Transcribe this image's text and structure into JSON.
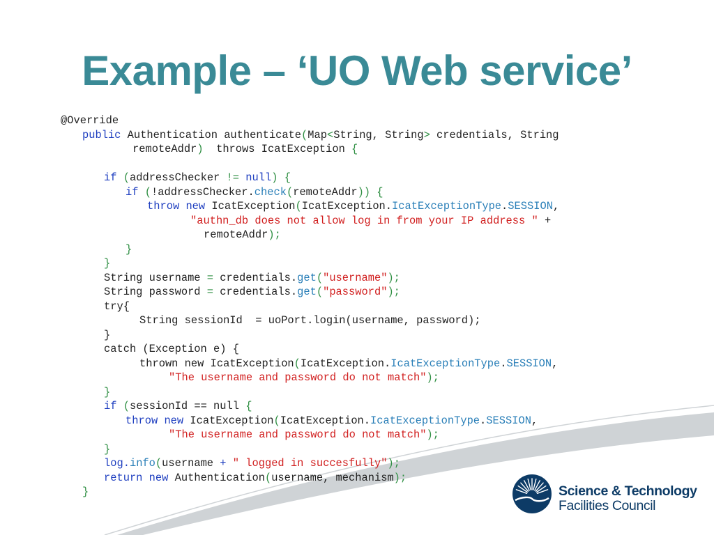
{
  "title": "Example – ‘UO Web service’",
  "colors": {
    "title": "#3a8a96",
    "keyword": "#1f3fc0",
    "string": "#d11f1f",
    "method": "#2a7fb8",
    "punctuation": "#2f8f43",
    "plain": "#222222",
    "swoosh": "#cfd3d6",
    "logo": "#0d3b66"
  },
  "code_lines": [
    {
      "indent": 0,
      "tokens": [
        {
          "t": "@Override",
          "s": "plain"
        }
      ]
    },
    {
      "indent": 1,
      "tokens": [
        {
          "t": "public",
          "s": "kw"
        },
        {
          "t": " Authentication authenticate",
          "s": "plain"
        },
        {
          "t": "(",
          "s": "punct"
        },
        {
          "t": "Map",
          "s": "plain"
        },
        {
          "t": "<",
          "s": "punct"
        },
        {
          "t": "String, String",
          "s": "plain"
        },
        {
          "t": ">",
          "s": "punct"
        },
        {
          "t": " credentials, String",
          "s": "plain"
        }
      ]
    },
    {
      "indent": 2,
      "tokens": [
        {
          "t": "remoteAddr",
          "s": "plain"
        },
        {
          "t": ")",
          "s": "punct"
        },
        {
          "t": "  throws IcatException ",
          "s": "plain"
        },
        {
          "t": "{",
          "s": "punct"
        }
      ]
    },
    {
      "indent": 0,
      "tokens": []
    },
    {
      "indent": 3,
      "tokens": [
        {
          "t": "if",
          "s": "kw"
        },
        {
          "t": " ",
          "s": "plain"
        },
        {
          "t": "(",
          "s": "punct"
        },
        {
          "t": "addressChecker ",
          "s": "plain"
        },
        {
          "t": "!=",
          "s": "punct"
        },
        {
          "t": " ",
          "s": "plain"
        },
        {
          "t": "null",
          "s": "kw"
        },
        {
          "t": ")",
          "s": "punct"
        },
        {
          "t": " ",
          "s": "plain"
        },
        {
          "t": "{",
          "s": "punct"
        }
      ]
    },
    {
      "indent": 4,
      "tokens": [
        {
          "t": "if",
          "s": "kw"
        },
        {
          "t": " ",
          "s": "plain"
        },
        {
          "t": "(",
          "s": "punct"
        },
        {
          "t": "!addressChecker.",
          "s": "plain"
        },
        {
          "t": "check",
          "s": "method"
        },
        {
          "t": "(",
          "s": "punct"
        },
        {
          "t": "remoteAddr",
          "s": "plain"
        },
        {
          "t": "))",
          "s": "punct"
        },
        {
          "t": " ",
          "s": "plain"
        },
        {
          "t": "{",
          "s": "punct"
        }
      ]
    },
    {
      "indent": 5,
      "tokens": [
        {
          "t": "throw",
          "s": "kw"
        },
        {
          "t": " ",
          "s": "plain"
        },
        {
          "t": "new",
          "s": "kw"
        },
        {
          "t": " IcatException",
          "s": "plain"
        },
        {
          "t": "(",
          "s": "punct"
        },
        {
          "t": "IcatException.",
          "s": "plain"
        },
        {
          "t": "IcatExceptionType",
          "s": "method"
        },
        {
          "t": ".",
          "s": "plain"
        },
        {
          "t": "SESSION",
          "s": "method"
        },
        {
          "t": ",",
          "s": "plain"
        }
      ]
    },
    {
      "indent": 6,
      "tokens": [
        {
          "t": "\"authn_db does not allow log in from your IP address \"",
          "s": "str"
        },
        {
          "t": " +",
          "s": "plain"
        }
      ]
    },
    {
      "indent": 7,
      "tokens": [
        {
          "t": "remoteAddr",
          "s": "plain"
        },
        {
          "t": ");",
          "s": "punct"
        }
      ]
    },
    {
      "indent": 4,
      "tokens": [
        {
          "t": "}",
          "s": "punct"
        }
      ]
    },
    {
      "indent": 3,
      "tokens": [
        {
          "t": "}",
          "s": "punct"
        }
      ]
    },
    {
      "indent": 3,
      "tokens": [
        {
          "t": "String username ",
          "s": "plain"
        },
        {
          "t": "=",
          "s": "punct"
        },
        {
          "t": " credentials.",
          "s": "plain"
        },
        {
          "t": "get",
          "s": "method"
        },
        {
          "t": "(",
          "s": "punct"
        },
        {
          "t": "\"username\"",
          "s": "str"
        },
        {
          "t": ");",
          "s": "punct"
        }
      ]
    },
    {
      "indent": 3,
      "tokens": [
        {
          "t": "String password ",
          "s": "plain"
        },
        {
          "t": "=",
          "s": "punct"
        },
        {
          "t": " credentials.",
          "s": "plain"
        },
        {
          "t": "get",
          "s": "method"
        },
        {
          "t": "(",
          "s": "punct"
        },
        {
          "t": "\"password\"",
          "s": "str"
        },
        {
          "t": ");",
          "s": "punct"
        }
      ]
    },
    {
      "indent": 3,
      "tokens": [
        {
          "t": "try{",
          "s": "plain"
        }
      ]
    },
    {
      "indent": 8,
      "tokens": [
        {
          "t": "String sessionId  = uoPort.login(username, password);",
          "s": "plain"
        }
      ]
    },
    {
      "indent": 3,
      "tokens": [
        {
          "t": "}",
          "s": "plain"
        }
      ]
    },
    {
      "indent": 3,
      "tokens": [
        {
          "t": "catch (Exception e) {",
          "s": "plain"
        }
      ]
    },
    {
      "indent": 8,
      "tokens": [
        {
          "t": "thrown new IcatException",
          "s": "plain"
        },
        {
          "t": "(",
          "s": "punct"
        },
        {
          "t": "IcatException.",
          "s": "plain"
        },
        {
          "t": "IcatExceptionType",
          "s": "method"
        },
        {
          "t": ".",
          "s": "plain"
        },
        {
          "t": "SESSION",
          "s": "method"
        },
        {
          "t": ",",
          "s": "plain"
        }
      ]
    },
    {
      "indent": 9,
      "tokens": [
        {
          "t": "\"The username and password do not match\"",
          "s": "str"
        },
        {
          "t": ");",
          "s": "punct"
        }
      ]
    },
    {
      "indent": 3,
      "tokens": [
        {
          "t": "}",
          "s": "punct"
        }
      ]
    },
    {
      "indent": 3,
      "tokens": [
        {
          "t": "if",
          "s": "kw"
        },
        {
          "t": " ",
          "s": "plain"
        },
        {
          "t": "(",
          "s": "punct"
        },
        {
          "t": "sessionId == null ",
          "s": "plain"
        },
        {
          "t": "{",
          "s": "punct"
        }
      ]
    },
    {
      "indent": 4,
      "tokens": [
        {
          "t": "throw",
          "s": "kw"
        },
        {
          "t": " ",
          "s": "plain"
        },
        {
          "t": "new",
          "s": "kw"
        },
        {
          "t": " IcatException",
          "s": "plain"
        },
        {
          "t": "(",
          "s": "punct"
        },
        {
          "t": "IcatException.",
          "s": "plain"
        },
        {
          "t": "IcatExceptionType",
          "s": "method"
        },
        {
          "t": ".",
          "s": "plain"
        },
        {
          "t": "SESSION",
          "s": "method"
        },
        {
          "t": ",",
          "s": "plain"
        }
      ]
    },
    {
      "indent": 9,
      "tokens": [
        {
          "t": "\"The username and password do not match\"",
          "s": "str"
        },
        {
          "t": ");",
          "s": "punct"
        }
      ]
    },
    {
      "indent": 3,
      "tokens": [
        {
          "t": "}",
          "s": "punct"
        }
      ]
    },
    {
      "indent": 3,
      "tokens": [
        {
          "t": "log.",
          "s": "kw"
        },
        {
          "t": "info",
          "s": "method"
        },
        {
          "t": "(",
          "s": "punct"
        },
        {
          "t": "username ",
          "s": "plain"
        },
        {
          "t": "+",
          "s": "kw"
        },
        {
          "t": " ",
          "s": "plain"
        },
        {
          "t": "\" logged in succesfully\"",
          "s": "str"
        },
        {
          "t": ");",
          "s": "punct"
        }
      ]
    },
    {
      "indent": 3,
      "tokens": [
        {
          "t": "return",
          "s": "kw"
        },
        {
          "t": " ",
          "s": "plain"
        },
        {
          "t": "new",
          "s": "kw"
        },
        {
          "t": " Authentication",
          "s": "plain"
        },
        {
          "t": "(",
          "s": "punct"
        },
        {
          "t": "username, mechanism",
          "s": "plain"
        },
        {
          "t": ");",
          "s": "punct"
        }
      ]
    },
    {
      "indent": 1,
      "tokens": [
        {
          "t": "}",
          "s": "punct"
        }
      ]
    }
  ],
  "logo": {
    "icon": "stfc-logo-icon",
    "line1": "Science & Technology",
    "line2": "Facilities Council"
  }
}
